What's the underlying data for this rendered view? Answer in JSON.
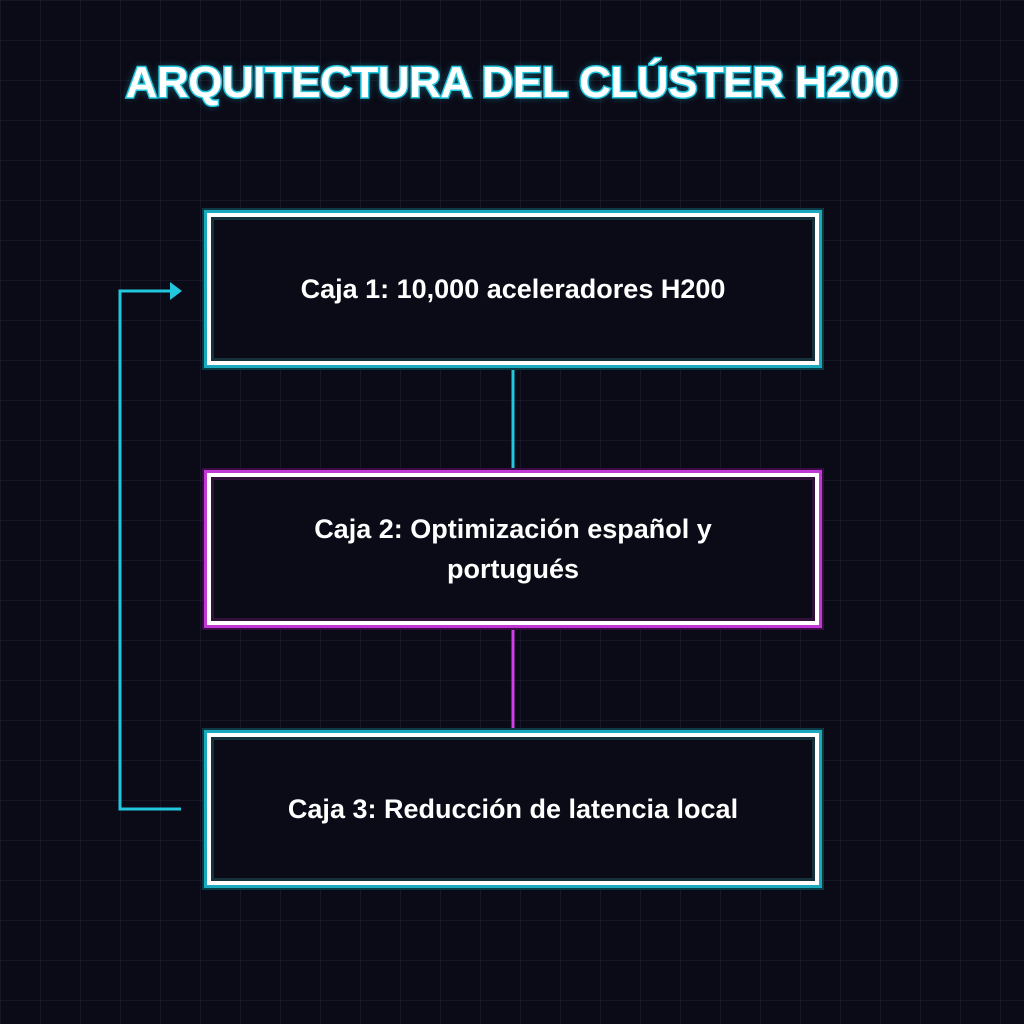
{
  "diagram": {
    "title": "ARQUITECTURA DEL CLÚSTER H200",
    "nodes": [
      {
        "id": "box1",
        "label": "Caja 1: 10,000 aceleradores H200",
        "accent": "#22c7de"
      },
      {
        "id": "box2",
        "label": "Caja 2: Optimización español y portugués",
        "accent": "#d43ee8"
      },
      {
        "id": "box3",
        "label": "Caja 3: Reducción de latencia local",
        "accent": "#22c7de"
      }
    ],
    "edges": [
      {
        "from": "box1",
        "to": "box2",
        "color": "#22c7de"
      },
      {
        "from": "box2",
        "to": "box3",
        "color": "#d43ee8"
      },
      {
        "from": "box3",
        "to": "box1",
        "color": "#22c7de"
      }
    ]
  }
}
